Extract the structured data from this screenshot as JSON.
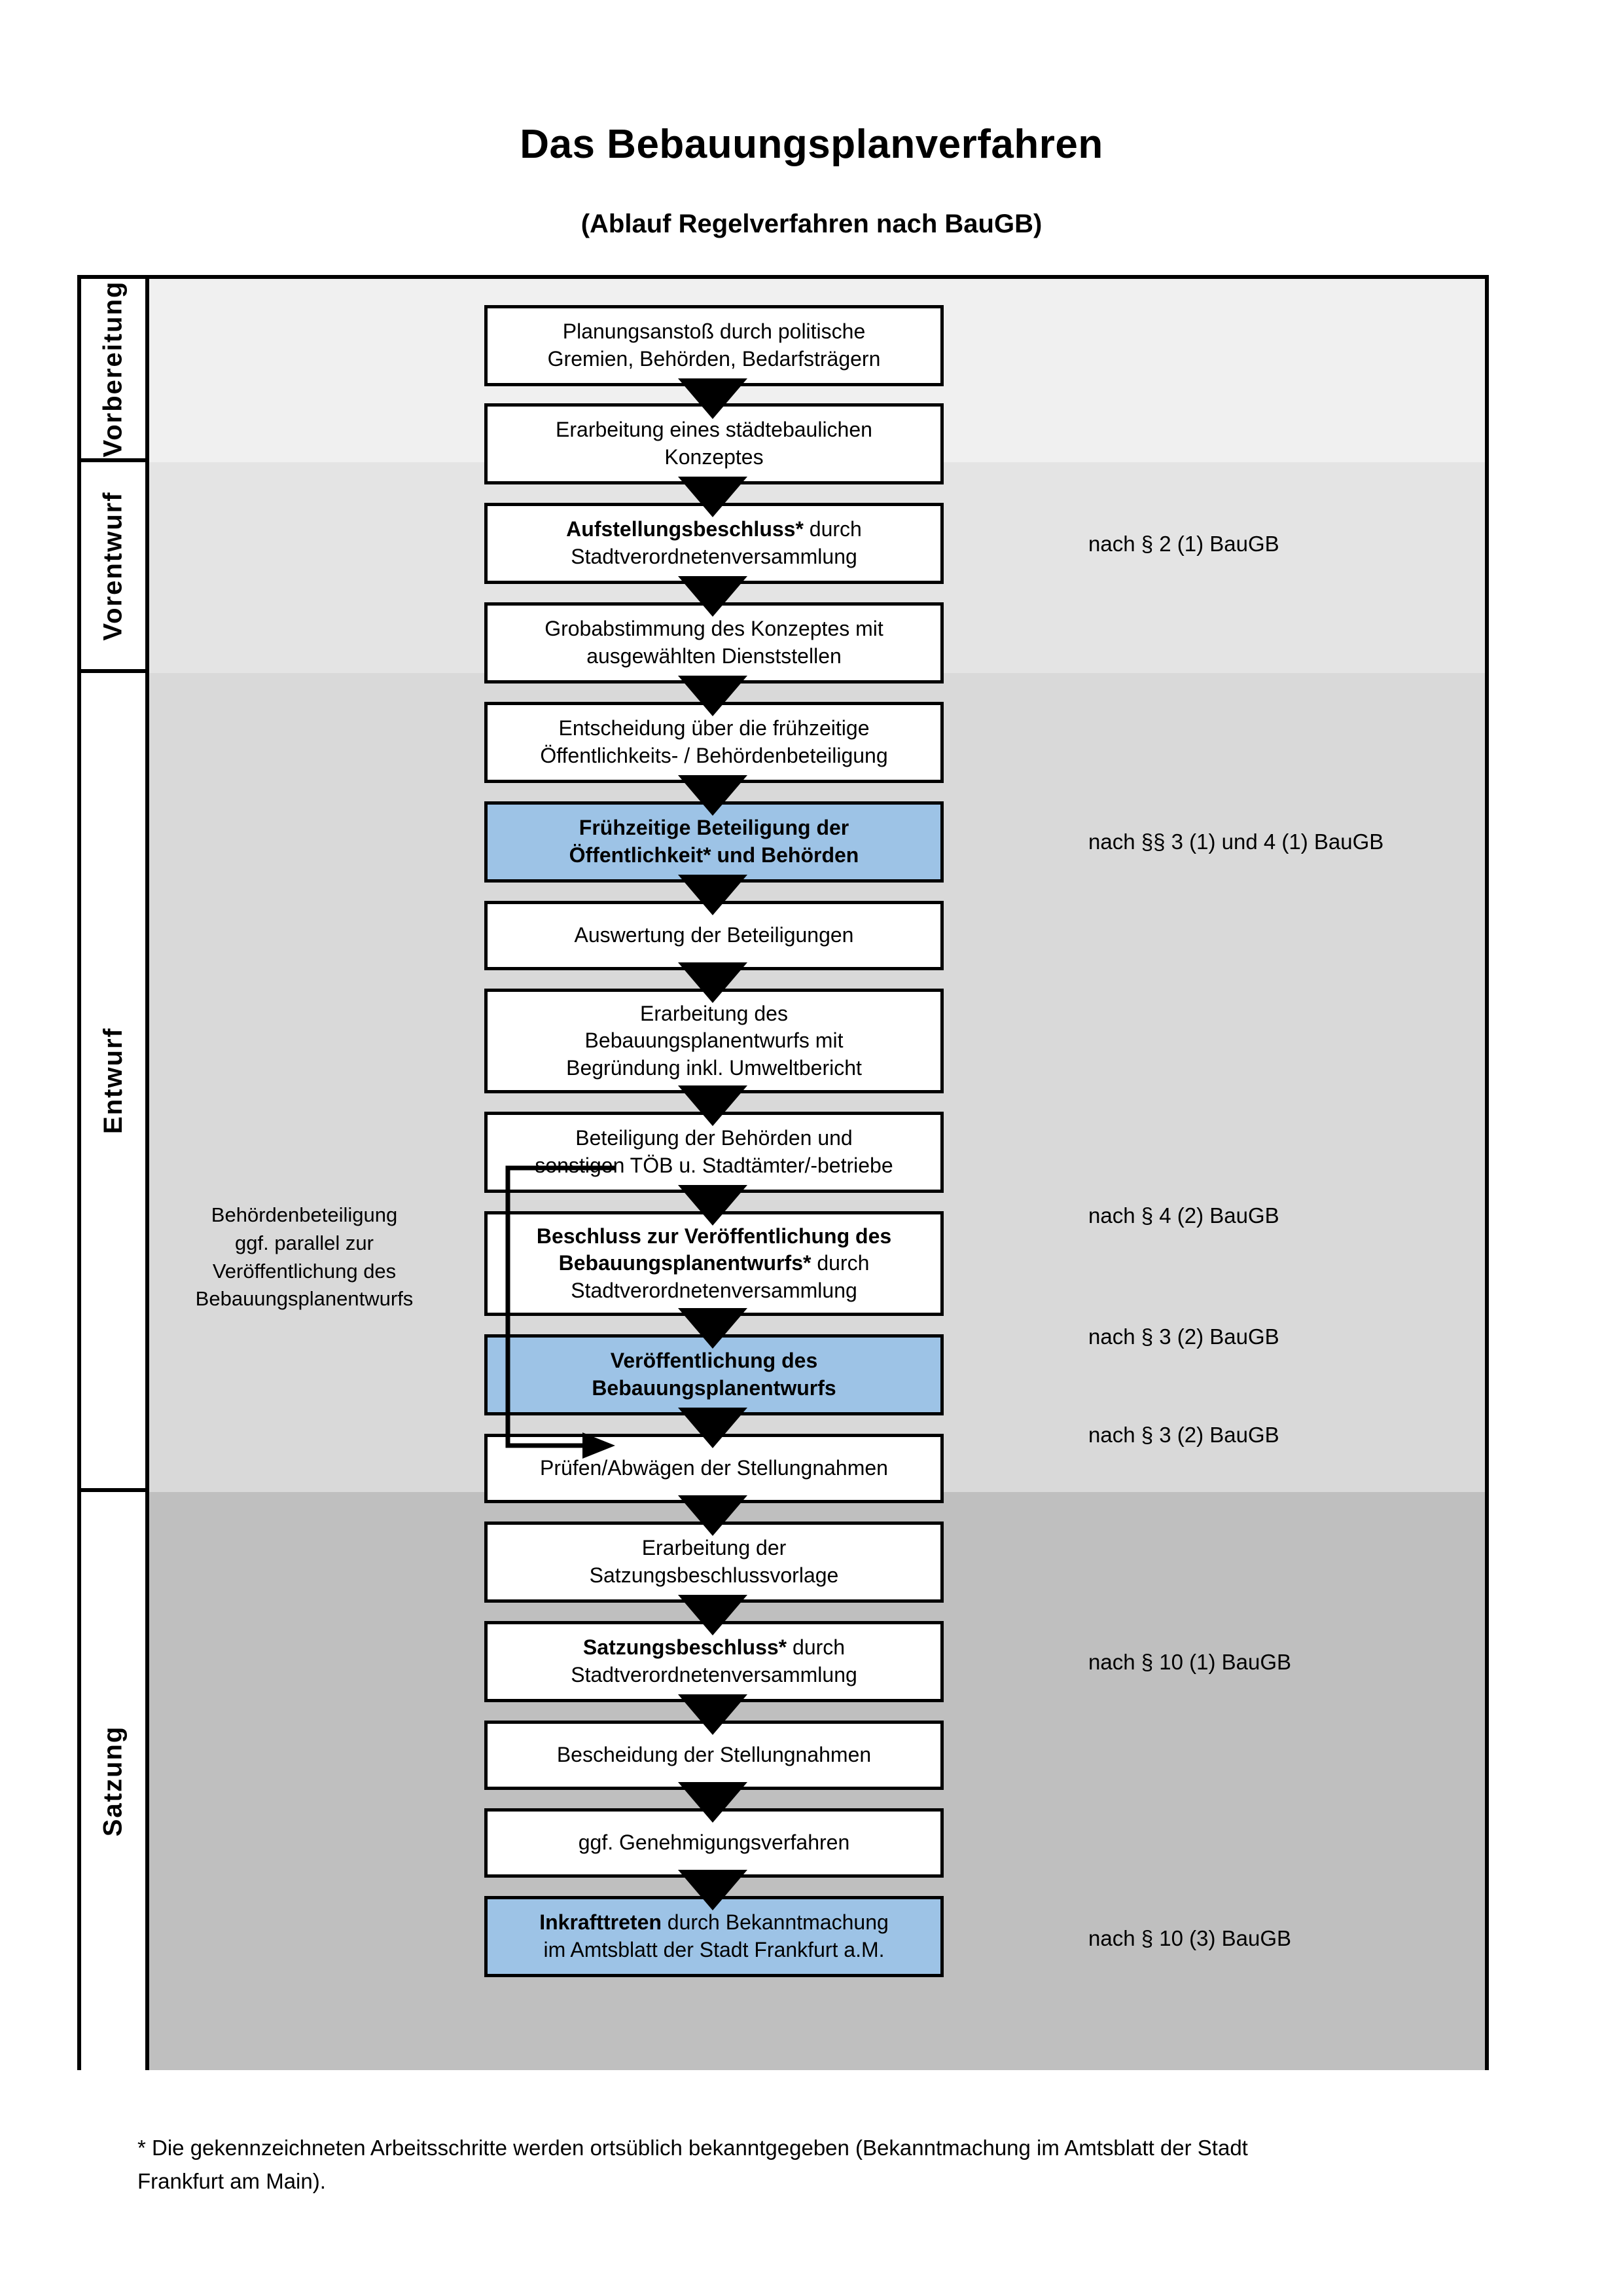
{
  "title": "Das Bebauungsplanverfahren",
  "subtitle": "(Ablauf Regelverfahren nach BauGB)",
  "colors": {
    "highlight_box": "#9DC3E6",
    "band_vorbereitung": "#F0F0F0",
    "band_vorentwurf": "#E4E4E4",
    "band_entwurf": "#D9D9D9",
    "band_satzung": "#BFBFBF",
    "border": "#000000"
  },
  "phases": [
    {
      "label": "Vorbereitung"
    },
    {
      "label": "Vorentwurf"
    },
    {
      "label": "Entwurf"
    },
    {
      "label": "Satzung"
    }
  ],
  "steps": [
    {
      "line1": "Planungsanstoß durch politische",
      "line2": "Gremien, Behörden, Bedarfsträgern",
      "bold": false,
      "highlight": false
    },
    {
      "line1": "Erarbeitung eines städtebaulichen",
      "line2": "Konzeptes",
      "bold": false,
      "highlight": false
    },
    {
      "bold_part": "Aufstellungsbeschluss*",
      "rest": " durch",
      "line2": "Stadtverordnetenversammlung",
      "highlight": false
    },
    {
      "line1": "Grobabstimmung des Konzeptes mit",
      "line2": "ausgewählten Dienststellen",
      "bold": false,
      "highlight": false
    },
    {
      "line1": "Entscheidung über die frühzeitige",
      "line2": "Öffentlichkeits- / Behördenbeteiligung",
      "bold": false,
      "highlight": false
    },
    {
      "line1": "Frühzeitige Beteiligung der",
      "line2": "Öffentlichkeit* und Behörden",
      "bold": true,
      "highlight": true
    },
    {
      "line1": "Auswertung der Beteiligungen",
      "line2": "",
      "bold": false,
      "highlight": false
    },
    {
      "line1": "Erarbeitung des",
      "line2": "Bebauungsplanentwurfs mit",
      "line3": "Begründung inkl. Umweltbericht",
      "bold": false,
      "highlight": false
    },
    {
      "line1": "Beteiligung der Behörden und",
      "line2": "sonstigen TÖB u. Stadtämter/-betriebe",
      "bold": false,
      "highlight": false
    },
    {
      "bold_part": "Beschluss zur Veröffentlichung des",
      "bold_part2": "Bebauungsplanentwurfs*",
      "rest": " durch",
      "line3": "Stadtverordnetenversammlung",
      "highlight": false
    },
    {
      "line1": "Veröffentlichung des",
      "line2": "Bebauungsplanentwurfs",
      "bold": true,
      "highlight": true
    },
    {
      "line1": "Prüfen/Abwägen der Stellungnahmen",
      "line2": "",
      "bold": false,
      "highlight": false
    },
    {
      "line1": "Erarbeitung der",
      "line2": "Satzungsbeschlussvorlage",
      "bold": false,
      "highlight": false
    },
    {
      "bold_part": "Satzungsbeschluss*",
      "rest": " durch",
      "line2": "Stadtverordnetenversammlung",
      "highlight": false
    },
    {
      "line1": "Bescheidung der Stellungnahmen",
      "line2": "",
      "bold": false,
      "highlight": false
    },
    {
      "line1": "ggf. Genehmigungsverfahren",
      "line2": "",
      "bold": false,
      "highlight": false
    },
    {
      "bold_part": "Inkrafttreten",
      "rest": " durch Bekanntmachung",
      "line2": "im Amtsblatt der Stadt Frankfurt a.M.",
      "highlight": true
    }
  ],
  "side_note": {
    "line1": "Behördenbeteiligung",
    "line2": "ggf. parallel zur",
    "line3": "Veröffentlichung des",
    "line4": "Bebauungsplanentwurfs"
  },
  "legal_refs": [
    {
      "text": "nach § 2 (1) BauGB"
    },
    {
      "text": "nach §§ 3 (1) und 4 (1) BauGB"
    },
    {
      "text": "nach § 4 (2) BauGB"
    },
    {
      "text": "nach § 3 (2) BauGB"
    },
    {
      "text": "nach § 3 (2) BauGB"
    },
    {
      "text": "nach § 10 (1) BauGB"
    },
    {
      "text": "nach § 10 (3) BauGB"
    }
  ],
  "footnote": {
    "line1": "* Die gekennzeichneten Arbeitsschritte werden ortsüblich bekanntgegeben (Bekanntmachung im Amtsblatt  der Stadt",
    "line2": "Frankfurt am Main)."
  }
}
